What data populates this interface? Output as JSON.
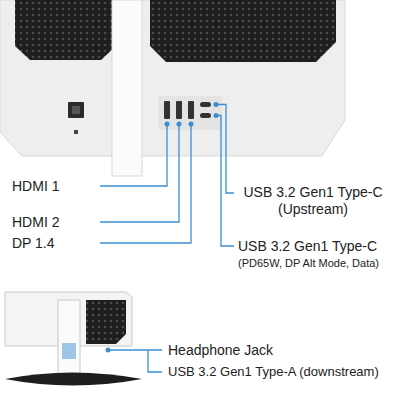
{
  "diagram": {
    "labels": [
      "HDMI 1",
      "HDMI 2",
      "DP 1.4",
      "USB 3.2 Gen1 Type-C (Upstream)",
      "USB 3.2 Gen1 Type-C",
      "(PD65W, DP Alt Mode, Data)",
      "Headphone Jack",
      "USB 3.2 Gen1 Type-A (downstream)"
    ]
  }
}
